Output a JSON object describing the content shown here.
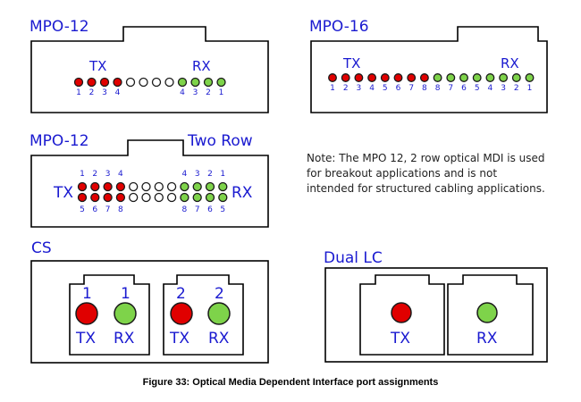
{
  "colors": {
    "tx": "#e00000",
    "rx": "#7ed34a",
    "empty": "#ffffff",
    "outline": "#1a1a1a",
    "label": "#1a1ad0"
  },
  "mpo12": {
    "title": "MPO-12",
    "tx_label": "TX",
    "rx_label": "RX",
    "pins": [
      "tx",
      "tx",
      "tx",
      "tx",
      "empty",
      "empty",
      "empty",
      "empty",
      "rx",
      "rx",
      "rx",
      "rx"
    ],
    "tx_numbers": [
      "1",
      "2",
      "3",
      "4"
    ],
    "rx_numbers": [
      "4",
      "3",
      "2",
      "1"
    ]
  },
  "mpo16": {
    "title": "MPO-16",
    "tx_label": "TX",
    "rx_label": "RX",
    "pins": [
      "tx",
      "tx",
      "tx",
      "tx",
      "tx",
      "tx",
      "tx",
      "tx",
      "rx",
      "rx",
      "rx",
      "rx",
      "rx",
      "rx",
      "rx",
      "rx"
    ],
    "numbers": [
      "1",
      "2",
      "3",
      "4",
      "5",
      "6",
      "7",
      "8",
      "8",
      "7",
      "6",
      "5",
      "4",
      "3",
      "2",
      "1"
    ]
  },
  "mpo12_two_row": {
    "title": "MPO-12",
    "subtitle": "Two Row",
    "tx_label": "TX",
    "rx_label": "RX",
    "row_pins": [
      "tx",
      "tx",
      "tx",
      "tx",
      "empty",
      "empty",
      "empty",
      "empty",
      "rx",
      "rx",
      "rx",
      "rx"
    ],
    "top_tx_numbers": [
      "1",
      "2",
      "3",
      "4"
    ],
    "top_rx_numbers": [
      "4",
      "3",
      "2",
      "1"
    ],
    "bottom_tx_numbers": [
      "5",
      "6",
      "7",
      "8"
    ],
    "bottom_rx_numbers": [
      "8",
      "7",
      "6",
      "5"
    ]
  },
  "note": {
    "lines": [
      "Note: The MPO 12, 2 row optical MDI is used",
      "for  breakout applications and is not",
      "intended for structured cabling applications."
    ]
  },
  "cs": {
    "title": "CS",
    "ports": [
      {
        "tx_num": "1",
        "rx_num": "1",
        "tx_label": "TX",
        "rx_label": "RX"
      },
      {
        "tx_num": "2",
        "rx_num": "2",
        "tx_label": "TX",
        "rx_label": "RX"
      }
    ]
  },
  "dual_lc": {
    "title": "Dual LC",
    "ports": [
      {
        "label": "TX",
        "color": "tx"
      },
      {
        "label": "RX",
        "color": "rx"
      }
    ]
  },
  "caption": "Figure 33: Optical Media Dependent Interface port assignments"
}
